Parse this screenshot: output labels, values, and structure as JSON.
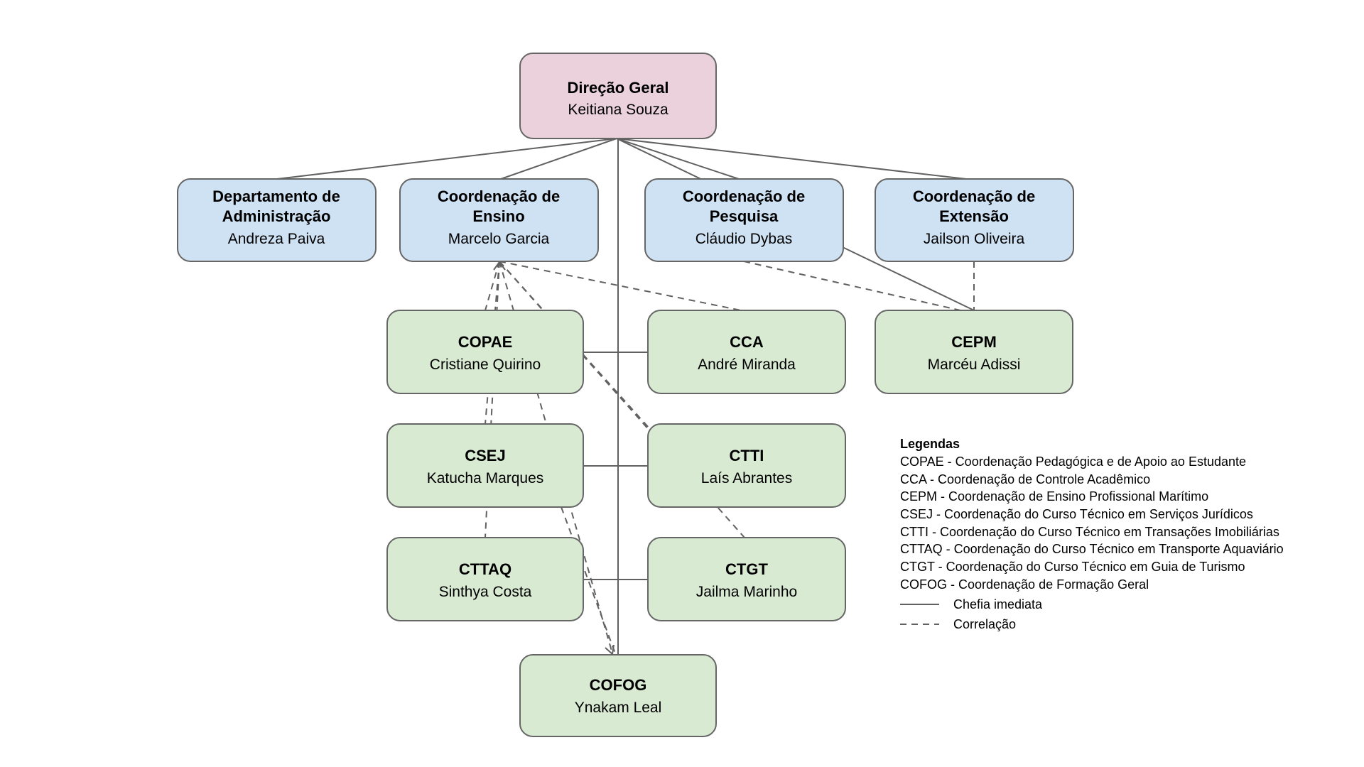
{
  "diagram": {
    "type": "org-chart",
    "nodes": {
      "direcao": {
        "title": "Direção Geral",
        "name": "Keitiana Souza"
      },
      "departamento": {
        "title1": "Departamento de",
        "title2": "Administração",
        "name": "Andreza Paiva"
      },
      "ensino": {
        "title1": "Coordenação de",
        "title2": "Ensino",
        "name": "Marcelo Garcia"
      },
      "pesquisa": {
        "title1": "Coordenação de",
        "title2": "Pesquisa",
        "name": "Cláudio Dybas"
      },
      "extensao": {
        "title1": "Coordenação de",
        "title2": "Extensão",
        "name": "Jailson Oliveira"
      },
      "copae": {
        "title": "COPAE",
        "name": "Cristiane Quirino"
      },
      "cca": {
        "title": "CCA",
        "name": "André Miranda"
      },
      "cepm": {
        "title": "CEPM",
        "name": "Marcéu Adissi"
      },
      "csej": {
        "title": "CSEJ",
        "name": "Katucha Marques"
      },
      "ctti": {
        "title": "CTTI",
        "name": "Laís Abrantes"
      },
      "cttaq": {
        "title": "CTTAQ",
        "name": "Sinthya Costa"
      },
      "ctgt": {
        "title": "CTGT",
        "name": "Jailma Marinho"
      },
      "cofog": {
        "title": "COFOG",
        "name": "Ynakam Leal"
      }
    },
    "edges": {
      "chefia_imediata": [
        [
          "direcao",
          "departamento"
        ],
        [
          "direcao",
          "ensino"
        ],
        [
          "direcao",
          "pesquisa"
        ],
        [
          "direcao",
          "extensao"
        ],
        [
          "direcao",
          "cepm"
        ],
        [
          "direcao",
          "cofog"
        ],
        [
          "copae",
          "cca"
        ],
        [
          "csej",
          "ctti"
        ],
        [
          "cttaq",
          "ctgt"
        ]
      ],
      "correlacao": [
        [
          "ensino",
          "copae"
        ],
        [
          "ensino",
          "csej"
        ],
        [
          "ensino",
          "cttaq"
        ],
        [
          "ensino",
          "cofog"
        ],
        [
          "ensino",
          "cca"
        ],
        [
          "ensino",
          "ctti"
        ],
        [
          "ensino",
          "ctgt"
        ],
        [
          "pesquisa",
          "cepm"
        ],
        [
          "extensao",
          "cepm"
        ],
        [
          "csej",
          "cofog"
        ]
      ]
    },
    "colors": {
      "direcao_fill": "#ead1dc",
      "blue_fill": "#cfe2f3",
      "green_fill": "#d9ead3",
      "box_stroke": "#666666",
      "line_color": "#616161",
      "background": "#ffffff"
    },
    "legend": {
      "title": "Legendas",
      "items": [
        "COPAE - Coordenação Pedagógica e de Apoio ao Estudante",
        "CCA - Coordenação de Controle Acadêmico",
        "CEPM - Coordenação de Ensino Profissional Marítimo",
        "CSEJ - Coordenação do Curso Técnico em Serviços Jurídicos",
        "CTTI - Coordenação do Curso Técnico em Transações Imobiliárias",
        "CTTAQ - Coordenação do Curso Técnico em Transporte Aquaviário",
        "CTGT - Coordenação do Curso Técnico em Guia de Turismo",
        "COFOG -  Coordenação de Formação Geral"
      ],
      "solid_label": "Chefia imediata",
      "dashed_label": "Correlação"
    }
  }
}
